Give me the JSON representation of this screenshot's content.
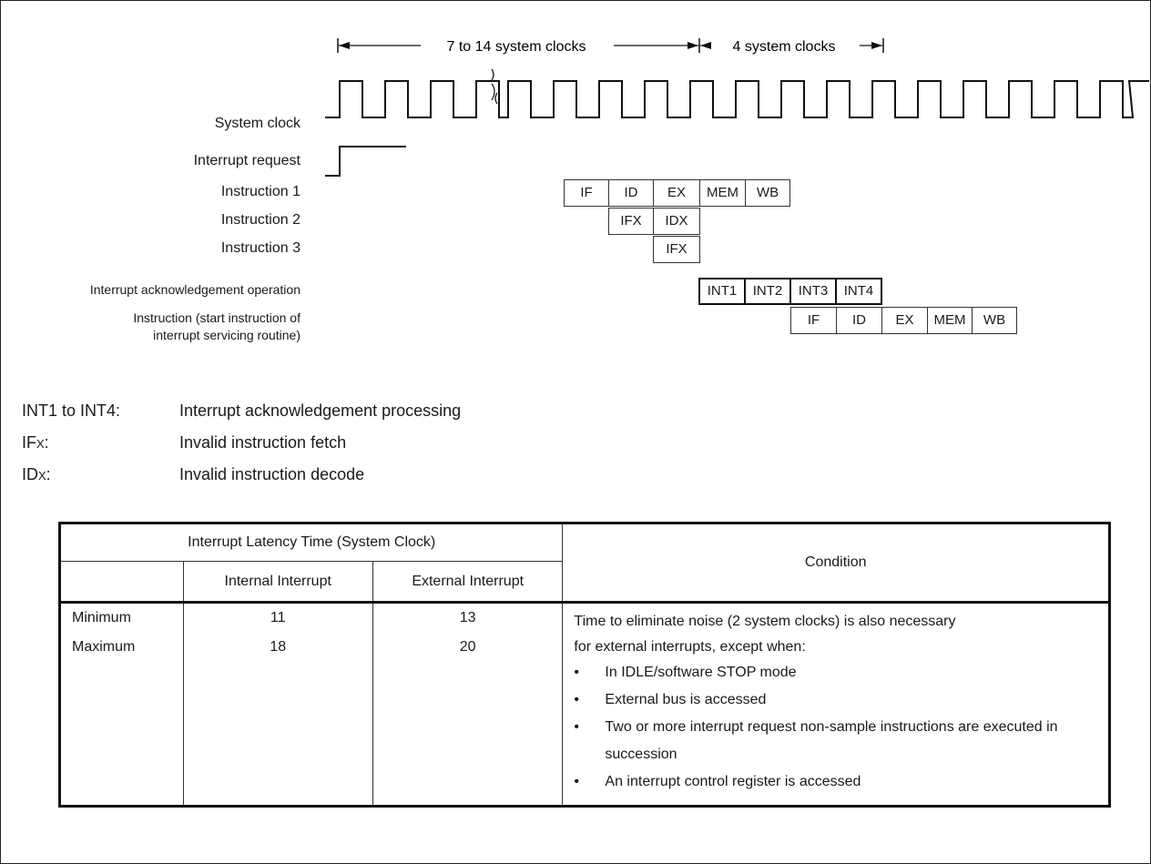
{
  "timing": {
    "span1_label": "7 to 14 system clocks",
    "span2_label": "4 system clocks",
    "signals": {
      "system_clock": "System clock",
      "interrupt_request": "Interrupt request",
      "instruction1": "Instruction 1",
      "instruction2": "Instruction 2",
      "instruction3": "Instruction 3",
      "int_ack": "Interrupt acknowledgement operation",
      "start_line1": "Instruction (start instruction of",
      "start_line2": "interrupt servicing routine)"
    },
    "pipeline": {
      "instruction1": [
        "IF",
        "ID",
        "EX",
        "MEM",
        "WB"
      ],
      "instruction2": [
        "IFX",
        "IDX"
      ],
      "instruction3": [
        "IFX"
      ],
      "int_ack": [
        "INT1",
        "INT2",
        "INT3",
        "INT4"
      ],
      "start_instruction": [
        "IF",
        "ID",
        "EX",
        "MEM",
        "WB"
      ]
    }
  },
  "legend": [
    {
      "term": "INT1 to INT4:",
      "desc": "Interrupt acknowledgement processing"
    },
    {
      "term": "IFX:",
      "desc": "Invalid instruction fetch"
    },
    {
      "term": "IDX:",
      "desc": "Invalid instruction decode"
    }
  ],
  "table": {
    "header_group": "Interrupt Latency Time (System Clock)",
    "col_internal": "Internal Interrupt",
    "col_external": "External Interrupt",
    "col_condition": "Condition",
    "rows": [
      {
        "label": "Minimum",
        "internal": "11",
        "external": "13"
      },
      {
        "label": "Maximum",
        "internal": "18",
        "external": "20"
      }
    ],
    "condition_intro_1": "Time to eliminate noise (2 system clocks) is also necessary",
    "condition_intro_2": "for external interrupts, except when:",
    "conditions": [
      "In IDLE/software STOP mode",
      "External bus is accessed",
      "Two or more interrupt request non-sample instructions are executed in succession",
      "An interrupt control register is accessed"
    ]
  }
}
